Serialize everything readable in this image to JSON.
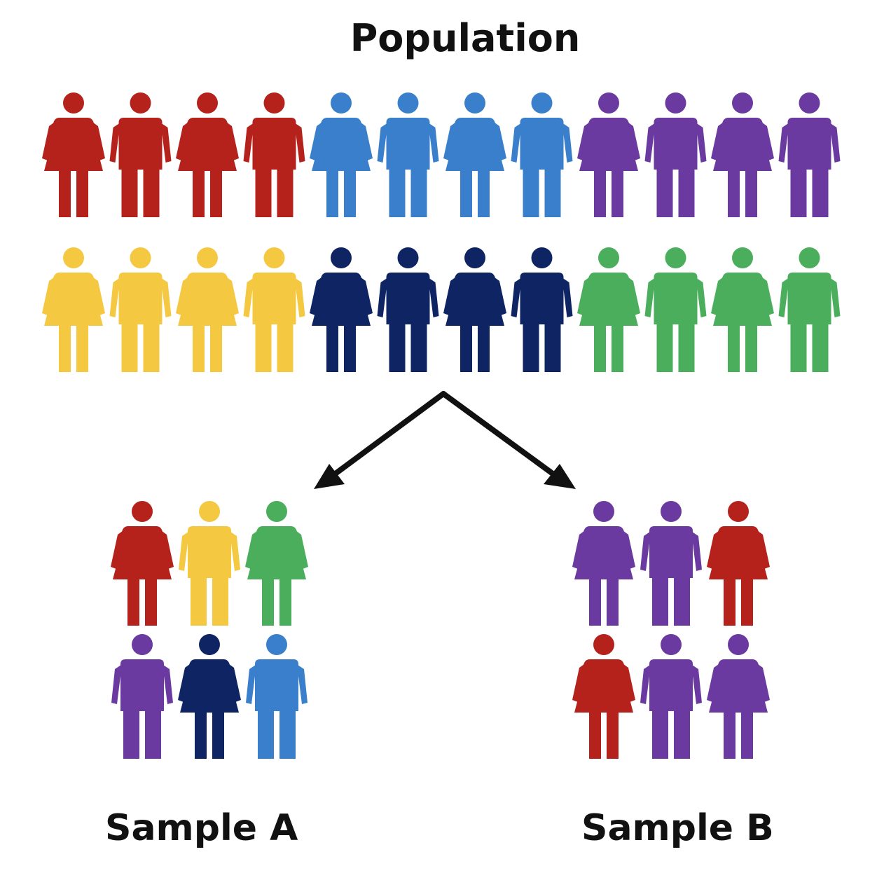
{
  "title": "Population",
  "colors": {
    "red": "#b5221c",
    "blue": "#3a7fcb",
    "purple": "#6a3aa0",
    "yellow": "#f5c842",
    "navy": "#0e2463",
    "green": "#4aae5c",
    "arrow": "#111111"
  },
  "population": {
    "rows": [
      [
        {
          "color": "red",
          "figure": "female"
        },
        {
          "color": "red",
          "figure": "male"
        },
        {
          "color": "red",
          "figure": "female"
        },
        {
          "color": "red",
          "figure": "male"
        },
        {
          "color": "blue",
          "figure": "female"
        },
        {
          "color": "blue",
          "figure": "male"
        },
        {
          "color": "blue",
          "figure": "female"
        },
        {
          "color": "blue",
          "figure": "male"
        },
        {
          "color": "purple",
          "figure": "female"
        },
        {
          "color": "purple",
          "figure": "male"
        },
        {
          "color": "purple",
          "figure": "female"
        },
        {
          "color": "purple",
          "figure": "male"
        }
      ],
      [
        {
          "color": "yellow",
          "figure": "female"
        },
        {
          "color": "yellow",
          "figure": "male"
        },
        {
          "color": "yellow",
          "figure": "female"
        },
        {
          "color": "yellow",
          "figure": "male"
        },
        {
          "color": "navy",
          "figure": "female"
        },
        {
          "color": "navy",
          "figure": "male"
        },
        {
          "color": "navy",
          "figure": "female"
        },
        {
          "color": "navy",
          "figure": "male"
        },
        {
          "color": "green",
          "figure": "female"
        },
        {
          "color": "green",
          "figure": "male"
        },
        {
          "color": "green",
          "figure": "female"
        },
        {
          "color": "green",
          "figure": "male"
        }
      ]
    ]
  },
  "sample_a": {
    "label": "Sample A",
    "rows": [
      [
        {
          "color": "red",
          "figure": "female"
        },
        {
          "color": "yellow",
          "figure": "male"
        },
        {
          "color": "green",
          "figure": "female"
        }
      ],
      [
        {
          "color": "purple",
          "figure": "male"
        },
        {
          "color": "navy",
          "figure": "female"
        },
        {
          "color": "blue",
          "figure": "male"
        }
      ]
    ]
  },
  "sample_b": {
    "label": "Sample B",
    "rows": [
      [
        {
          "color": "purple",
          "figure": "female"
        },
        {
          "color": "purple",
          "figure": "male"
        },
        {
          "color": "red",
          "figure": "female"
        }
      ],
      [
        {
          "color": "red",
          "figure": "female"
        },
        {
          "color": "purple",
          "figure": "male"
        },
        {
          "color": "purple",
          "figure": "female"
        }
      ]
    ]
  }
}
